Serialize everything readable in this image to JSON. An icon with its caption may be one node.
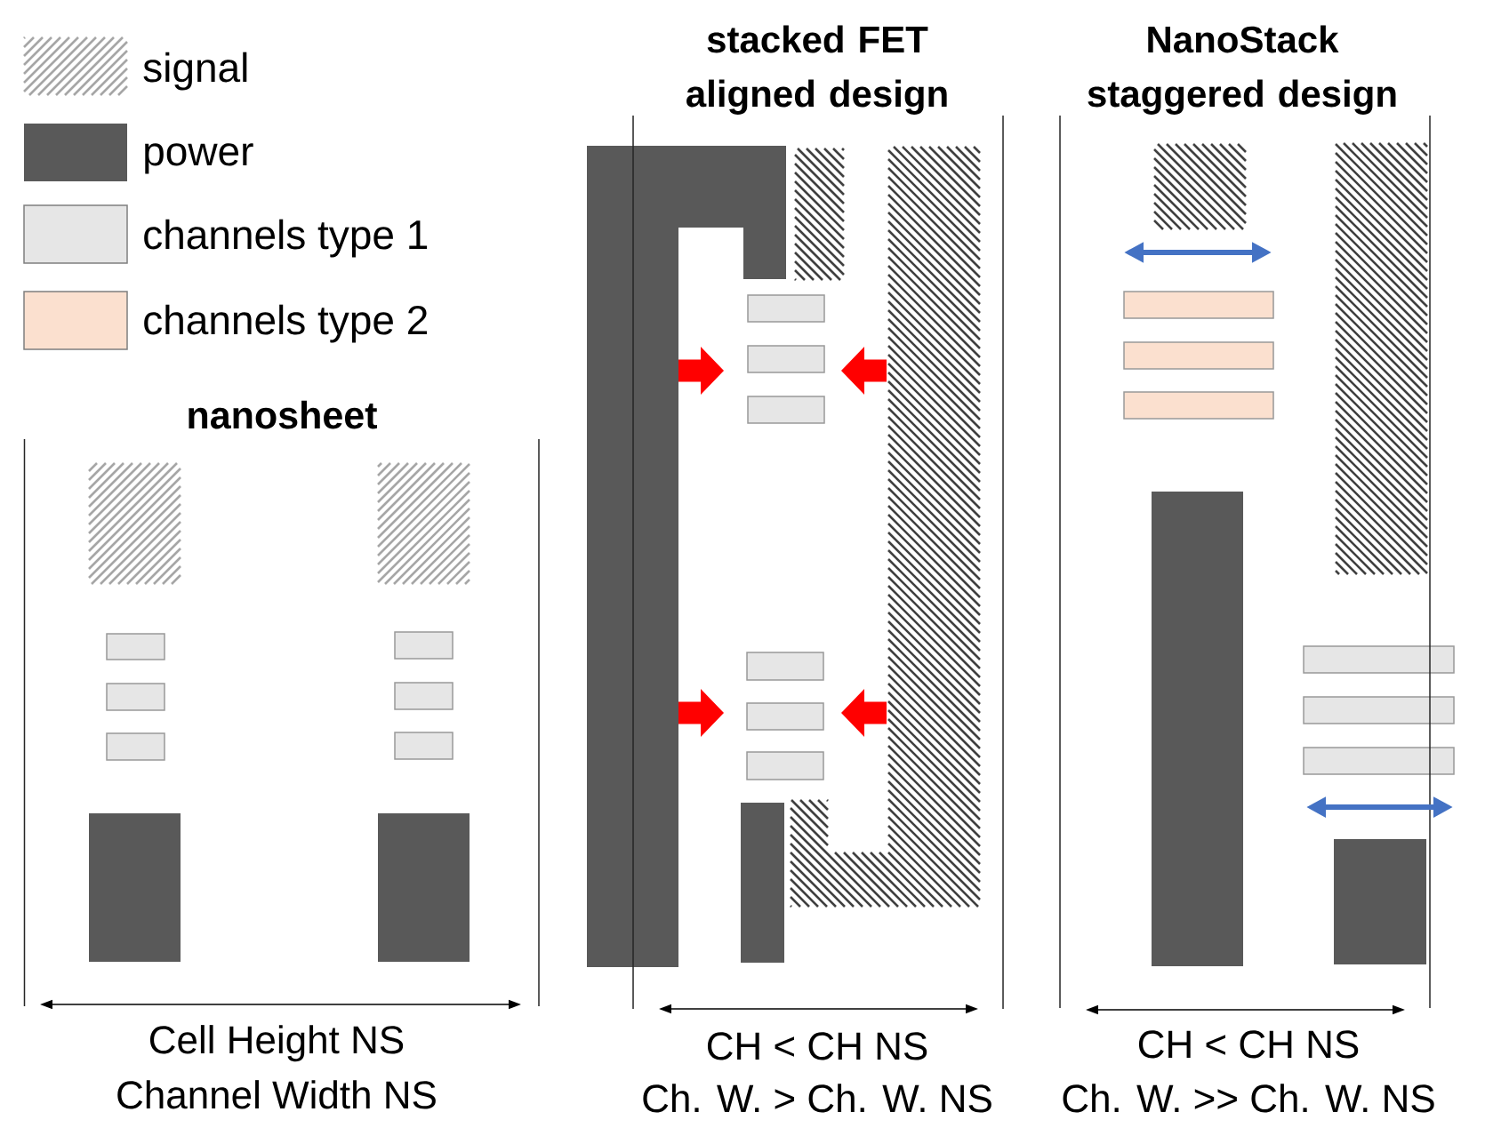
{
  "diagram": {
    "labels": [
      "stacked FET aligned design",
      "NanoStack staggered design",
      "nanosheet",
      "Cell Height NS",
      "Channel Width NS",
      "CH < CH NS",
      "Ch. W. > Ch. W. NS",
      "CH < CH NS",
      "Ch. W. >> Ch. W. NS"
    ],
    "legend": [
      {
        "text": "signal"
      },
      {
        "text": "power",
        "color": "#595959"
      },
      {
        "text": "channels type 1",
        "color": "#e6e6e6"
      },
      {
        "text": "channels type 2",
        "color": "#fbe0cf"
      }
    ]
  }
}
